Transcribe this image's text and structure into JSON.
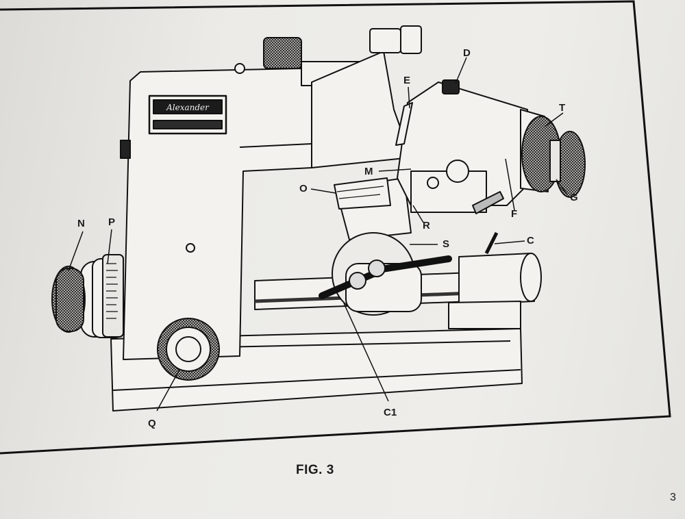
{
  "figure": {
    "nameplate_text": "Alexander",
    "callouts": {
      "N": "N",
      "P": "P",
      "Q": "Q",
      "O": "O",
      "M": "M",
      "E": "E",
      "D": "D",
      "T": "T",
      "G": "G",
      "F": "F",
      "R": "R",
      "S": "S",
      "C": "C",
      "C1": "C1"
    },
    "caption": "FIG. 3"
  },
  "page_number": "3"
}
